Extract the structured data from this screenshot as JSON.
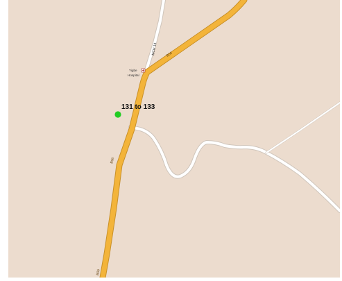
{
  "map": {
    "background_color": "#ecdcce",
    "primary_road_color": "#f3b43a",
    "primary_road_casing_color": "#c9912a",
    "minor_road_color": "#ffffff",
    "minor_road_casing_color": "#cfc5bb",
    "primary_road": {
      "ref_label_1": "B06",
      "ref_label_2": "B06",
      "ref_label_3": "B06"
    },
    "minor_road": {
      "name": "MCN 14"
    },
    "poi": {
      "line1": "Yigbe",
      "line2": "Hospital",
      "icon": "hospital-marker-icon"
    },
    "marker": {
      "label": "131 to 133",
      "color": "#22cc22",
      "icon": "location-dot-icon"
    }
  }
}
